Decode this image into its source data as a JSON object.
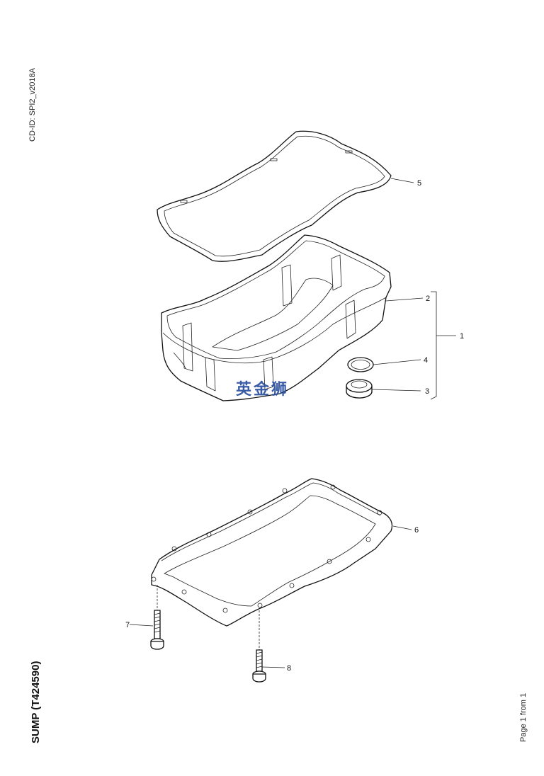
{
  "document": {
    "cd_id": "CD-ID: SPI2_v2018A",
    "title": "SUMP (T424590)",
    "page_label": "Page 1 from 1",
    "watermark": "英金狮"
  },
  "callouts": {
    "c1": "1",
    "c2": "2",
    "c3": "3",
    "c4": "4",
    "c5": "5",
    "c6": "6",
    "c7": "7",
    "c8": "8"
  }
}
